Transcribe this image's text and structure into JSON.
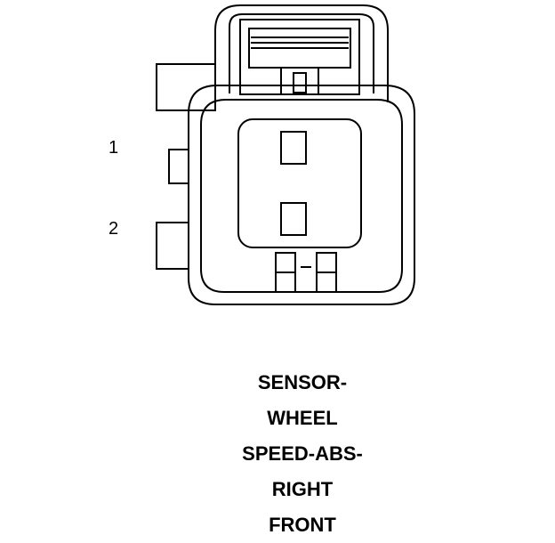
{
  "pins": [
    {
      "label": "1"
    },
    {
      "label": "2"
    }
  ],
  "title_lines": [
    "SENSOR-",
    "WHEEL",
    "SPEED-ABS-",
    "RIGHT",
    "FRONT"
  ],
  "colors": {
    "stroke": "#000000",
    "background": "#ffffff"
  }
}
